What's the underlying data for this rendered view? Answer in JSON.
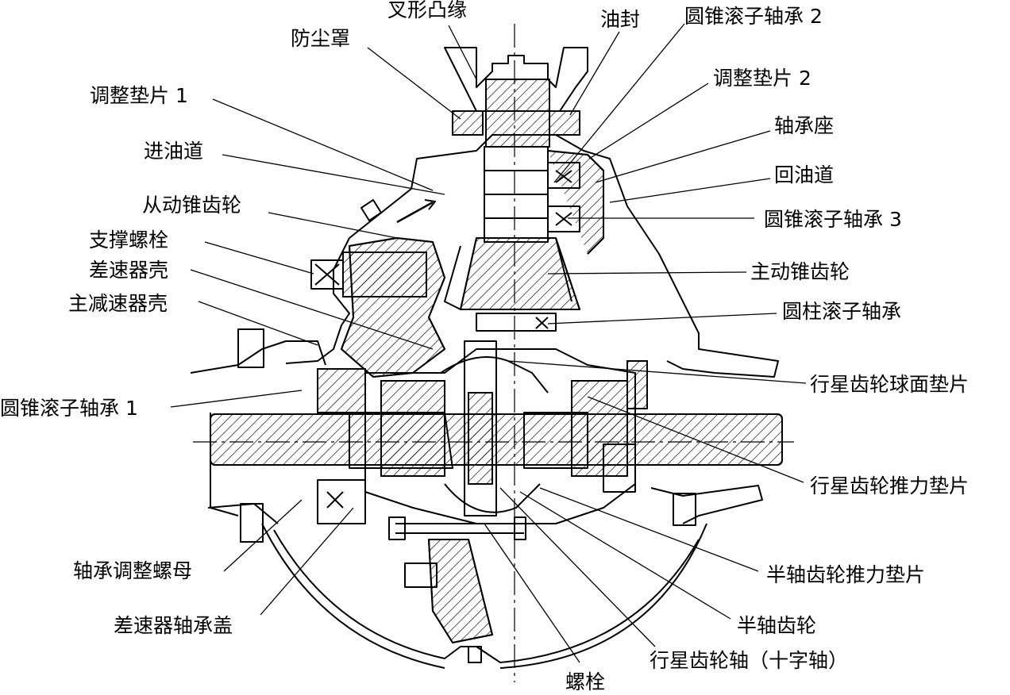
{
  "labels": {
    "yoke_flange": "叉形凸缘",
    "dust_cover": "防尘罩",
    "oil_seal": "油封",
    "taper_bearing_2": "圆锥滚子轴承 2",
    "shim_1": "调整垫片 1",
    "shim_2": "调整垫片 2",
    "bearing_seat": "轴承座",
    "oil_inlet": "进油道",
    "oil_return": "回油道",
    "driven_bevel_gear": "从动锥齿轮",
    "taper_bearing_3": "圆锥滚子轴承 3",
    "support_bolt": "支撑螺栓",
    "diff_case": "差速器壳",
    "drive_bevel_gear": "主动锥齿轮",
    "final_drive_housing": "主减速器壳",
    "cylindrical_bearing": "圆柱滚子轴承",
    "taper_bearing_1": "圆锥滚子轴承 1",
    "planet_spherical_washer": "行星齿轮球面垫片",
    "planet_thrust_washer": "行星齿轮推力垫片",
    "bearing_adjust_nut": "轴承调整螺母",
    "side_gear_thrust_washer": "半轴齿轮推力垫片",
    "diff_bearing_cap": "差速器轴承盖",
    "side_gear": "半轴齿轮",
    "spider": "行星齿轮轴（十字轴）",
    "bolt": "螺栓"
  }
}
